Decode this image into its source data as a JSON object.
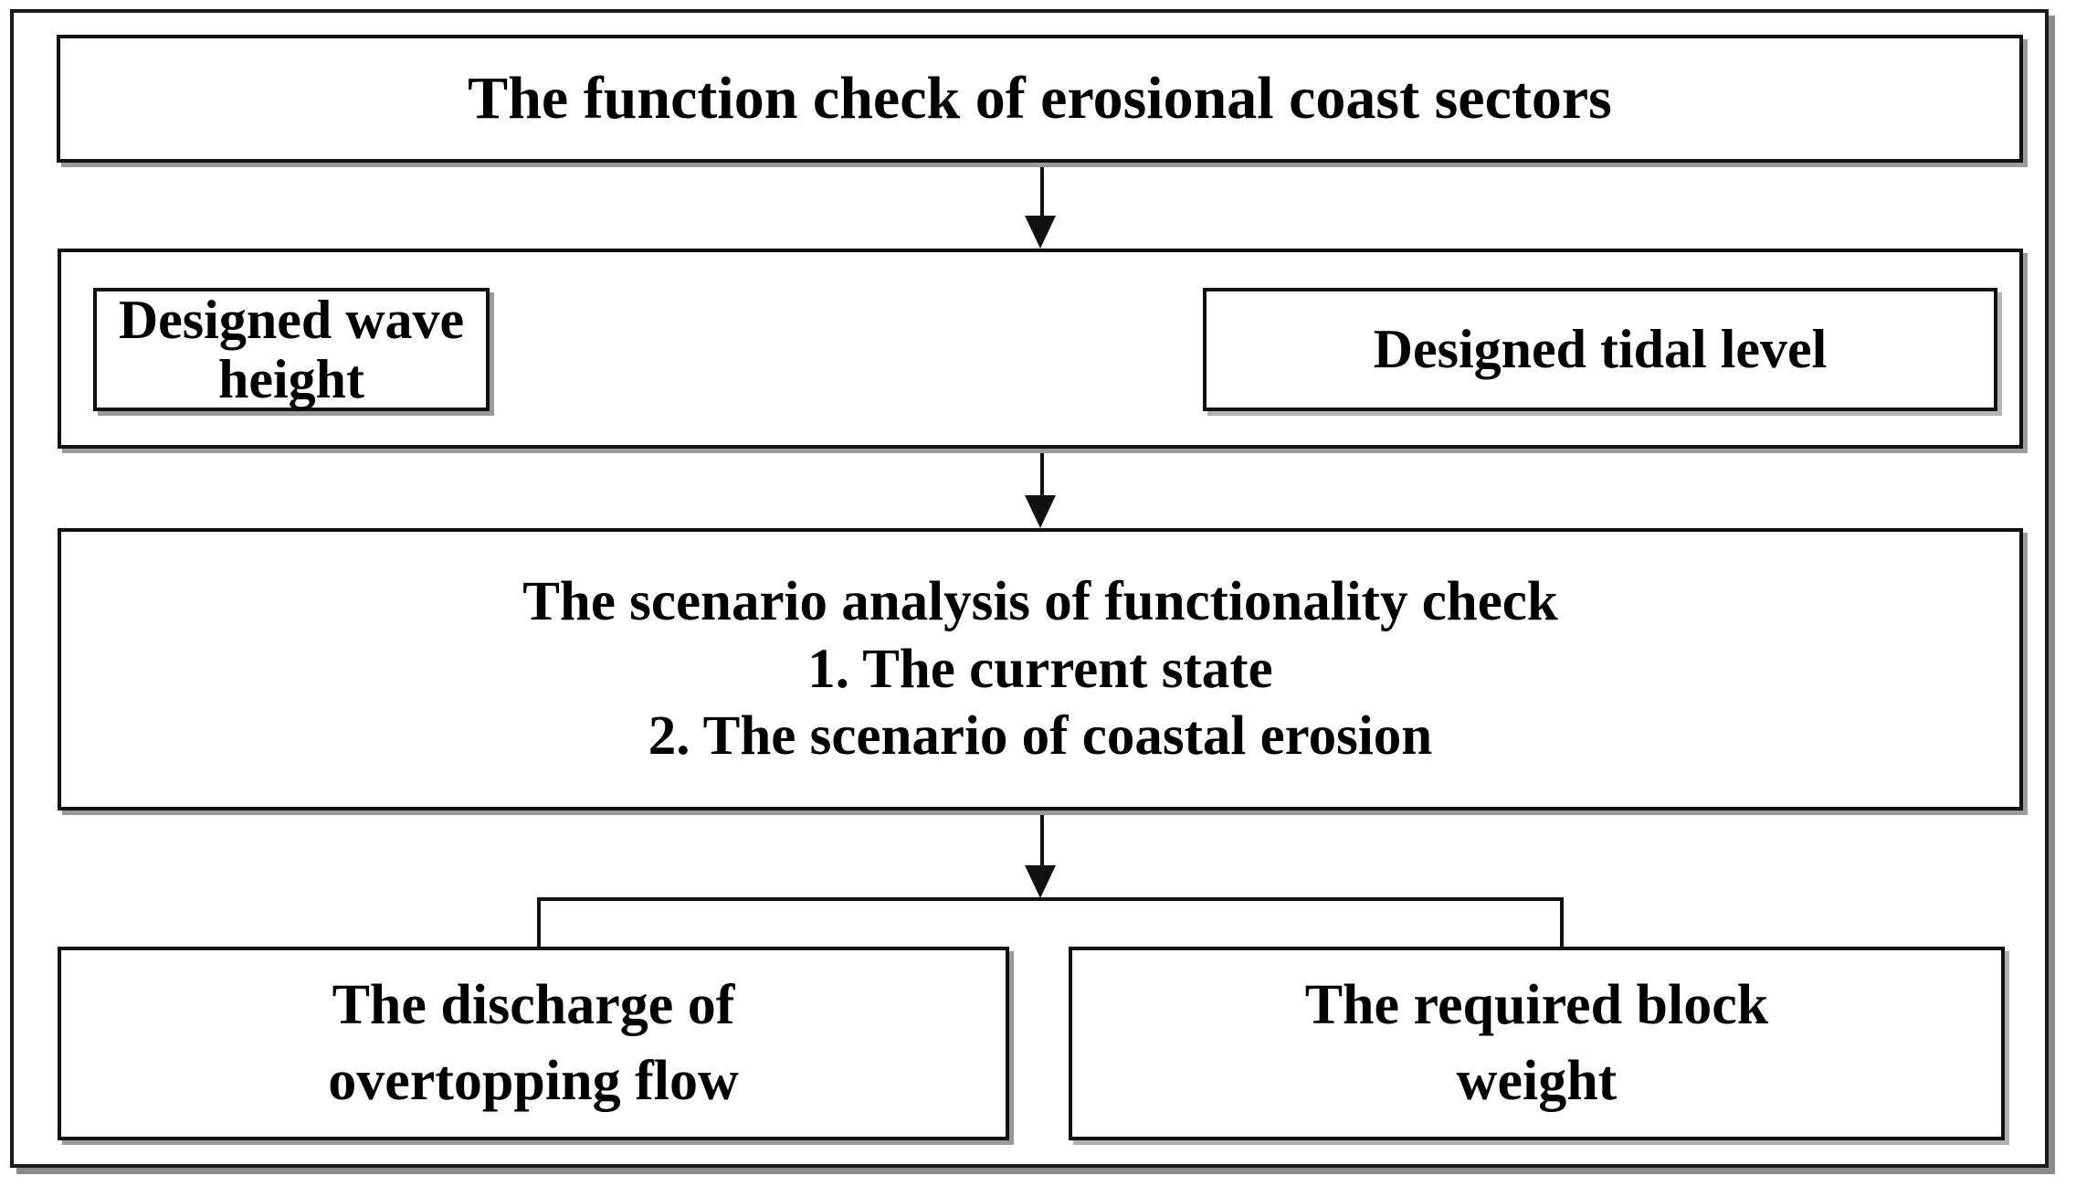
{
  "diagram": {
    "title_node": {
      "label": "The function check of erosional coast sectors"
    },
    "design_group": {
      "wave": {
        "label": "Designed wave height"
      },
      "tidal": {
        "label": "Designed tidal level"
      }
    },
    "scenario_node": {
      "line1": "The scenario analysis of functionality check",
      "line2": "1. The current state",
      "line3": "2. The scenario of coastal erosion"
    },
    "outputs": {
      "discharge": {
        "line1": "The discharge of",
        "line2": "overtopping flow"
      },
      "block": {
        "line1": "The required block",
        "line2": "weight"
      }
    },
    "colors": {
      "border": "#111111",
      "shadow": "#9a9a9a",
      "background": "#ffffff",
      "text": "#000000"
    }
  }
}
